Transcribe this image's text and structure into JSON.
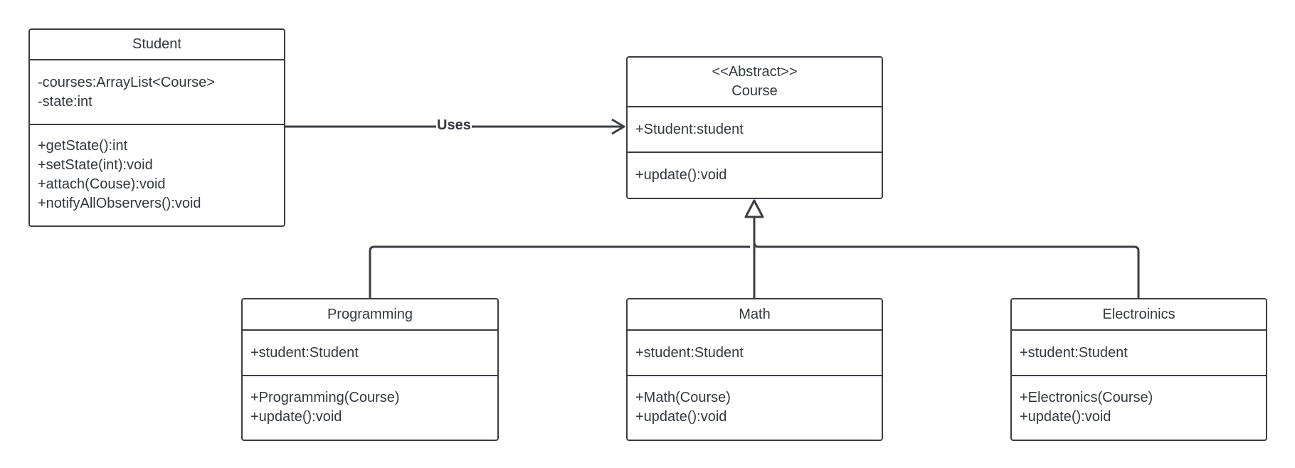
{
  "classes": {
    "student": {
      "name": "Student",
      "attributes": [
        "-courses:ArrayList<Course>",
        "-state:int"
      ],
      "methods": [
        "+getState():int",
        "+setState(int):void",
        "+attach(Couse):void",
        "+notifyAllObservers():void"
      ]
    },
    "course": {
      "stereotype": "<<Abstract>>",
      "name": "Course",
      "attributes": [
        "+Student:student"
      ],
      "methods": [
        "+update():void"
      ]
    },
    "programming": {
      "name": "Programming",
      "attributes": [
        "+student:Student"
      ],
      "methods": [
        "+Programming(Course)",
        "+update():void"
      ]
    },
    "math": {
      "name": "Math",
      "attributes": [
        "+student:Student"
      ],
      "methods": [
        "+Math(Course)",
        "+update():void"
      ]
    },
    "electronics": {
      "name": "Electroinics",
      "attributes": [
        "+student:Student"
      ],
      "methods": [
        "+Electronics(Course)",
        "+update():void"
      ]
    }
  },
  "relationships": {
    "uses": {
      "label": "Uses",
      "from": "Student",
      "to": "Course",
      "type": "association"
    },
    "generalization": {
      "type": "inheritance",
      "parent": "Course",
      "children": [
        "Programming",
        "Math",
        "Electroinics"
      ]
    }
  }
}
